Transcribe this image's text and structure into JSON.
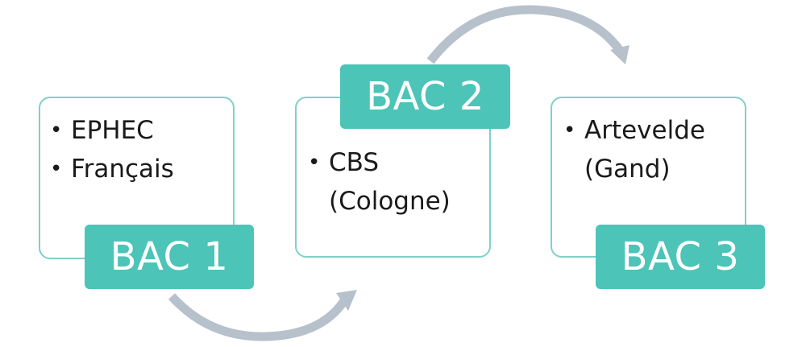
{
  "stages": [
    {
      "label": "BAC 1",
      "items": [
        "EPHEC",
        "Français"
      ]
    },
    {
      "label": "BAC 2",
      "items": [
        "CBS (Cologne)"
      ]
    },
    {
      "label": "BAC 3",
      "items": [
        "Artevelde (Gand)"
      ]
    }
  ],
  "colors": {
    "label_fill": "#4cc4b8",
    "card_border": "#7fd1c6",
    "arrow": "#b7c1cc"
  }
}
